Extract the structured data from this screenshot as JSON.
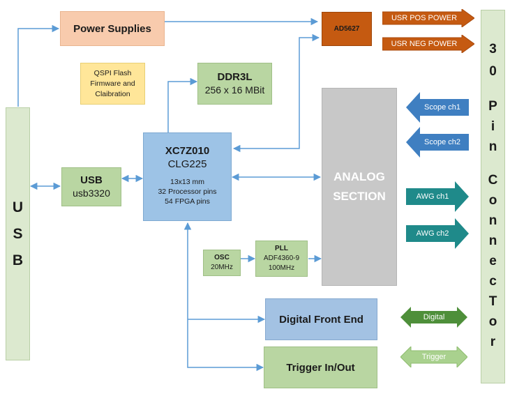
{
  "colors": {
    "wire": "#5b9bd5",
    "usb_green": "#dce9cf",
    "block_green": "#b9d6a2",
    "xc_blue": "#9dc3e6",
    "dfe_blue": "#a3c2e3",
    "power_orange": "#f8cbad",
    "ad_orange": "#c55a11",
    "qspi_yellow": "#ffe699",
    "analog_gray": "#c8c8c8",
    "scope_blue": "#3f7fc1",
    "awg_teal": "#1f8a8a",
    "digital_green": "#4e8f3a",
    "trigger_green": "#a9d18e"
  },
  "blocks": {
    "power_supplies": "Power Supplies",
    "ad5627": "AD5627",
    "qspi": [
      "QSPI Flash",
      "Firmware and",
      "Claibration"
    ],
    "ddr3l": [
      "DDR3L",
      "256 x 16 MBit"
    ],
    "xc7z010": {
      "name": "XC7Z010",
      "pkg": "CLG225",
      "details": [
        "13x13 mm",
        "32 Processor pins",
        "54 FPGA pins"
      ]
    },
    "usb_chip": [
      "USB",
      "usb3320"
    ],
    "usb_bus": [
      "U",
      "S",
      "B"
    ],
    "analog": [
      "ANALOG",
      "SECTION"
    ],
    "osc": [
      "OSC",
      "20MHz"
    ],
    "pll": [
      "PLL",
      "ADF4360-9",
      "100MHz"
    ],
    "dfe": "Digital Front End",
    "trigger": "Trigger In/Out",
    "connector": [
      "3",
      "0",
      "P",
      "i",
      "n",
      "C",
      "o",
      "n",
      "n",
      "e",
      "c",
      "T",
      "o",
      "r"
    ]
  },
  "signals": {
    "usr_pos": "USR POS POWER",
    "usr_neg": "USR NEG POWER",
    "scope1": "Scope ch1",
    "scope2": "Scope ch2",
    "awg1": "AWG ch1",
    "awg2": "AWG ch2",
    "digital": "Digital",
    "trigger": "Trigger"
  }
}
